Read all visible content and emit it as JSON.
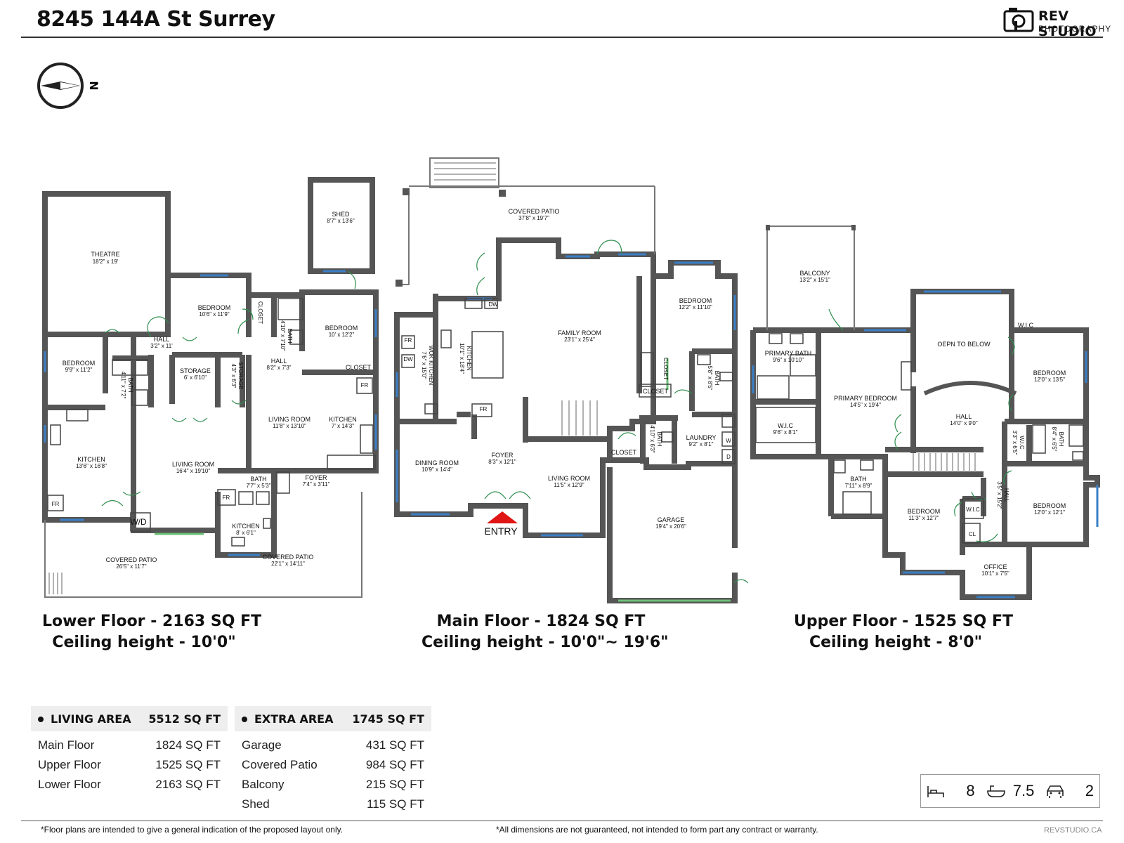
{
  "header": {
    "address": "8245 144A St Surrey",
    "brand_name": "REV STUDIO",
    "brand_sub": "PHOTOGRAPHY"
  },
  "compass": {
    "label": "N"
  },
  "lower_floor": {
    "caption_line1": "Lower Floor - 2163 SQ FT",
    "caption_line2": "Ceiling height - 10'0\"",
    "rooms": {
      "theatre": "THEATRE",
      "theatre_dim": "18'2\" x 19'",
      "shed": "SHED",
      "shed_dim": "8'7\" x 13'6\"",
      "bedroom1": "BEDROOM",
      "bedroom1_dim": "10'6\" x 11'9\"",
      "bedroom2": "BEDROOM",
      "bedroom2_dim": "10' x 12'2\"",
      "bedroom3": "BEDROOM",
      "bedroom3_dim": "9'9\" x 11'2\"",
      "hall1": "HALL",
      "hall1_dim": "3'2\" x 11'",
      "hall2": "HALL",
      "hall2_dim": "8'2\" x 7'3\"",
      "closet_v": "CLOSET",
      "closet": "CLOSET",
      "bath_v": "BATH",
      "bath_v_dim": "4'10\" x 7'10\"",
      "bath2": "BATH",
      "bath2_dim": "4'11\" x 7'2\"",
      "storage1": "STORAGE",
      "storage1_dim": "6' x 6'10\"",
      "storage2": "STORAGE",
      "storage2_dim": "4'3\" x 6'3\"",
      "living1": "LIVING ROOM",
      "living1_dim": "11'8\" x 13'10\"",
      "living2": "LIVING ROOM",
      "living2_dim": "16'4\" x 19'10\"",
      "kitchen1": "KITCHEN",
      "kitchen1_dim": "7' x 14'3\"",
      "kitchen2": "KITCHEN",
      "kitchen2_dim": "13'6\" x 16'8\"",
      "kitchen3": "KITCHEN",
      "kitchen3_dim": "8' x 6'1\"",
      "bath3": "BATH",
      "bath3_dim": "7'7\" x 5'3\"",
      "foyer": "FOYER",
      "foyer_dim": "7'4\" x 3'11\"",
      "wd": "W/D",
      "fr1": "FR",
      "fr2": "FR",
      "fr3": "FR",
      "patio1": "COVERED PATIO",
      "patio1_dim": "26'5\" x 11'7\"",
      "patio2": "COVERED PATIO",
      "patio2_dim": "22'1\" x 14'11\""
    }
  },
  "main_floor": {
    "caption_line1": "Main Floor - 1824 SQ FT",
    "caption_line2": "Ceiling height - 10'0\"~ 19'6\"",
    "rooms": {
      "patio": "COVERED PATIO",
      "patio_dim": "37'8\" x 19'7\"",
      "family": "FAMILY ROOM",
      "family_dim": "23'1\" x 25'4\"",
      "kitchen": "KITCHEN",
      "kitchen_dim": "10'1\" x 18'4\"",
      "wok": "WOK KITCHEN",
      "wok_dim": "7'6\" x 15'0\"",
      "dining": "DINING ROOM",
      "dining_dim": "10'9\" x 14'4\"",
      "foyer": "FOYER",
      "foyer_dim": "8'3\" x 12'1\"",
      "living": "LIVING ROOM",
      "living_dim": "11'5\" x 12'9\"",
      "bedroom": "BEDROOM",
      "bedroom_dim": "12'2\" x 11'10\"",
      "bath1": "BATH",
      "bath1_dim": "5'8\" x 8'5\"",
      "bath2": "BATH",
      "bath2_dim": "4'10\" x 6'3\"",
      "closet1": "CLOSET",
      "closet2": "CLOSET",
      "closet3": "CLOSET",
      "laundry": "LAUNDRY",
      "laundry_dim": "9'2\" x 8'1\"",
      "garage": "GARAGE",
      "garage_dim": "19'4\" x 20'6\"",
      "dw1": "DW",
      "dw2": "DW",
      "fr1": "FR",
      "fr2": "FR",
      "w": "W",
      "d": "D",
      "entry": "ENTRY"
    }
  },
  "upper_floor": {
    "caption_line1": "Upper Floor - 1525 SQ FT",
    "caption_line2": "Ceiling height - 8'0\"",
    "rooms": {
      "balcony": "BALCONY",
      "balcony_dim": "13'2\" x 15'1\"",
      "primary_bath": "PRIMARY BATH",
      "primary_bath_dim": "9'6\" x 10'10\"",
      "primary_bed": "PRIMARY BEDROOM",
      "primary_bed_dim": "14'5\" x 19'4\"",
      "wic1": "W.I.C",
      "wic1_dim": "9'6\" x 8'1\"",
      "open_below": "OEPN TO BELOW",
      "hall1": "HALL",
      "hall1_dim": "14'0\" x 9'0\"",
      "hall2": "HALL",
      "hall2_dim": "3'5\" x 15'2\"",
      "wic2": "W.I.C",
      "bed1": "BEDROOM",
      "bed1_dim": "12'0\" x 13'5\"",
      "wic3": "W.I.C",
      "wic3_dim": "3'3\" x 6'5\"",
      "bath1": "BATH",
      "bath1_dim": "8'4\" x 6'5\"",
      "bath2": "BATH",
      "bath2_dim": "7'11\" x 8'9\"",
      "bed2": "BEDROOM",
      "bed2_dim": "11'3\" x 12'7\"",
      "bed3": "BEDROOM",
      "bed3_dim": "12'0\" x 12'1\"",
      "wic4": "W.I.C",
      "cl": "CL",
      "office": "OFFICE",
      "office_dim": "10'1\" x 7'5\""
    }
  },
  "living_area": {
    "title": "LIVING AREA",
    "total": "5512 SQ FT",
    "rows": [
      {
        "label": "Main Floor",
        "value": "1824 SQ FT"
      },
      {
        "label": "Upper Floor",
        "value": "1525 SQ FT"
      },
      {
        "label": "Lower Floor",
        "value": "2163 SQ FT"
      }
    ]
  },
  "extra_area": {
    "title": "EXTRA AREA",
    "total": "1745 SQ FT",
    "rows": [
      {
        "label": "Garage",
        "value": "431 SQ FT"
      },
      {
        "label": "Covered Patio",
        "value": "984 SQ FT"
      },
      {
        "label": "Balcony",
        "value": "215 SQ FT"
      },
      {
        "label": "Shed",
        "value": "115 SQ FT"
      }
    ]
  },
  "stats": {
    "beds": "8",
    "baths": "7.5",
    "garage": "2"
  },
  "footer": {
    "left": "*Floor plans are intended to give a general indication of the proposed layout only.",
    "middle": "*All dimensions are not guaranteed, not intended to form part any contract or warranty.",
    "right": "REVSTUDIO.CA"
  }
}
